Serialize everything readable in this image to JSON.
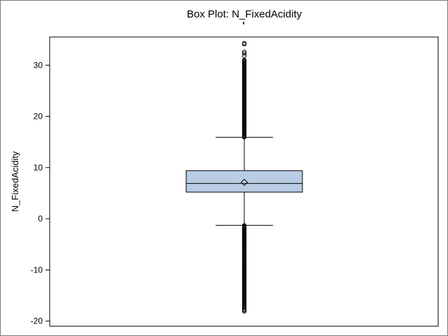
{
  "chart_data": {
    "type": "box",
    "title": "Box Plot: N_FixedAcidity",
    "xlabel": "",
    "ylabel": "N_FixedAcidity",
    "ylim": [
      -21,
      35.5
    ],
    "yticks": [
      30,
      20,
      10,
      0,
      -10,
      -20
    ],
    "grid": false,
    "series": [
      {
        "min_whisker": -1.3,
        "q1": 5.2,
        "median": 6.9,
        "mean": 7.1,
        "q3": 9.4,
        "max_whisker": 15.9,
        "outliers_high_range": [
          15.9,
          31.0
        ],
        "outliers_high_extra": [
          31.8,
          32.3,
          32.6,
          34.1,
          34.3
        ],
        "outliers_low_range": [
          -17.4,
          -1.3
        ],
        "outliers_low_extra": [
          -17.7,
          -17.9,
          -18.1
        ]
      }
    ],
    "box_fill": "#b8cce4",
    "box_stroke": "#000000"
  }
}
